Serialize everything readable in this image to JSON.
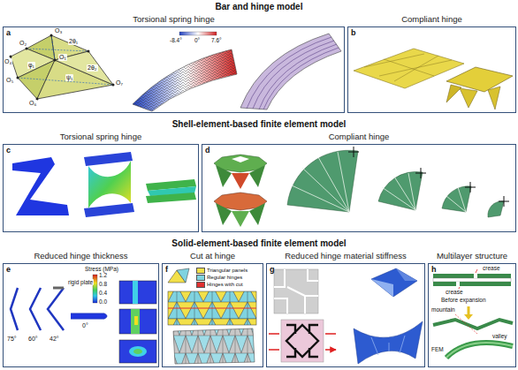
{
  "diagram": {
    "nodes": [
      {
        "text": [
          "Torsional spring hinge",
          "a"
        ]
      },
      {
        "text": [
          "Compliant hinge",
          "b"
        ]
      },
      {
        "text": [
          "Torsional spring hinge",
          "c"
        ]
      },
      {
        "text": [
          "Compliant hinge",
          "d"
        ]
      },
      {
        "text": [
          "Reduced hinge thickness",
          "e"
        ]
      },
      {
        "text": [
          "Cut at hinge",
          "f"
        ]
      },
      {
        "text": [
          "Reduced hinge material stiffness",
          "g"
        ]
      },
      {
        "text": [
          "Multilayer structure",
          "h"
        ]
      }
    ],
    "labels": [
      "Bar and hinge model",
      "O₃",
      "O₂",
      "O₁",
      "O₄",
      "2θ₁",
      "O₅",
      "φ₁",
      "ψ₁",
      "2θ₂",
      "O₆",
      "O₇",
      "-8.4°",
      "0°",
      "7.6°",
      "Shell-element-based finite element model",
      "Solid-element-based finite element model",
      "rigid plate",
      "Stress (MPa)",
      "1.2",
      "0.8",
      "0.4",
      "0.0",
      "75°",
      "60°",
      "42°",
      "0°",
      "crease",
      "crease",
      "Before expansion",
      "mountain",
      "valley",
      "FEM"
    ],
    "legend": [
      {
        "text": "Triangular panels",
        "color": "#f2e04a"
      },
      {
        "text": "Regular hinges",
        "color": "#7fd3e0"
      },
      {
        "text": "Hinges with cut",
        "color": "#e03030"
      }
    ]
  }
}
